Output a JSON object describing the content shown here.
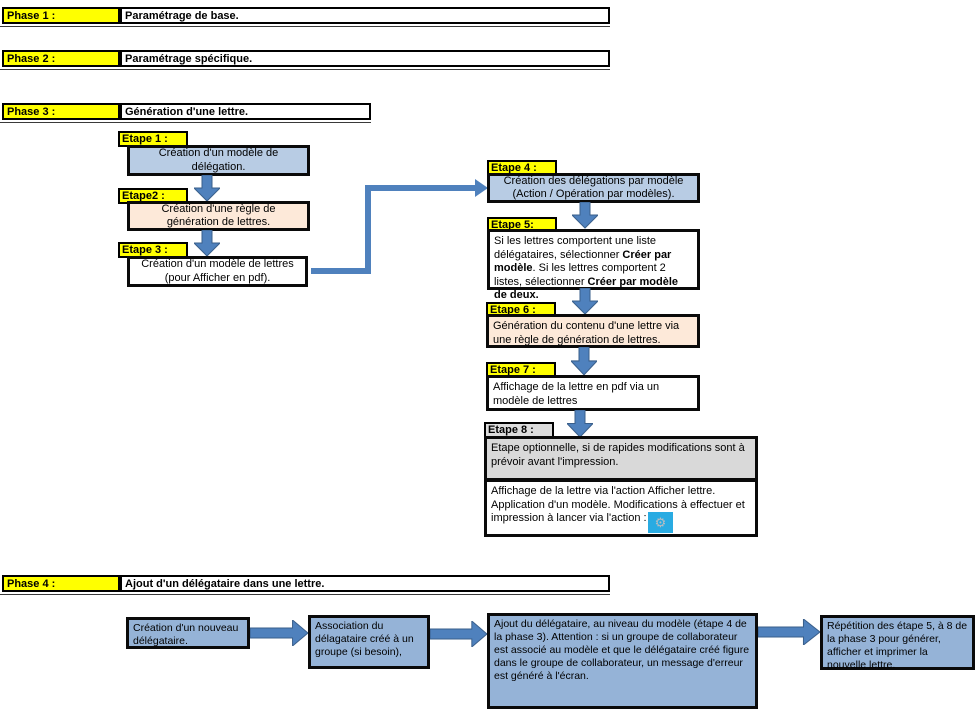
{
  "phases": [
    {
      "label": "Phase 1 :",
      "title": "Paramétrage de base."
    },
    {
      "label": "Phase 2 :",
      "title": "Paramétrage spécifique."
    },
    {
      "label": "Phase 3 :",
      "title": "Génération d'une lettre."
    },
    {
      "label": "Phase 4 :",
      "title": "Ajout d'un délégataire dans une lettre."
    }
  ],
  "steps": [
    {
      "label": "Etape 1 :",
      "text": "Création d'un modèle de délégation."
    },
    {
      "label": "Etape2 :",
      "text": "Création d'une règle de génération de lettres."
    },
    {
      "label": "Etape 3 :",
      "text": "Création d'un modèle de lettres (pour Afficher en pdf)."
    },
    {
      "label": "Etape 4 :",
      "text": "Création des délégations par modèle (Action / Opération par modèles)."
    },
    {
      "label": "Etape 5:",
      "segments": [
        {
          "text": "Si les lettres comportent une liste délégataires, sélectionner ",
          "bold": false
        },
        {
          "text": "Créer par modèle",
          "bold": true
        },
        {
          "text": ". Si les lettres comportent 2 listes, sélectionner ",
          "bold": false
        },
        {
          "text": "Créer par modèle de deux.",
          "bold": true
        }
      ]
    },
    {
      "label": "Etape 6 :",
      "text": "Génération du contenu d'une lettre via une règle de génération de lettres."
    },
    {
      "label": "Etape 7 :",
      "text": "Affichage de la lettre en pdf via un modèle de lettres"
    },
    {
      "label": "Etape 8 :",
      "optional_note": "Etape optionnelle, si de rapides modifications sont à prévoir avant l'impression.",
      "detail": "Affichage de la lettre via l'action Afficher lettre. Application d'un modèle. Modifications à effectuer et impression à lancer via l'action  :",
      "action_icon": "gear-icon",
      "action_icon_glyph": "⚙"
    }
  ],
  "phase4_boxes": [
    {
      "text": "Création d'un nouveau délégataire."
    },
    {
      "text": "Association du délagataire créé à un groupe (si besoin),"
    },
    {
      "text": "Ajout du délégataire, au niveau du modèle (étape 4 de la phase 3). Attention :  si un groupe de collaborateur est associé au modèle et que le délégataire créé figure dans le groupe de collaborateur, un message d'erreur est généré à l'écran."
    },
    {
      "text": "Répétition des étape 5, à 8 de la phase 3 pour générer, afficher et imprimer la nouvelle lettre."
    }
  ],
  "colors": {
    "highlight_yellow": "#FFFF00",
    "step_light_blue": "#B8CCE4",
    "step_peach": "#FDE9D9",
    "step_gray": "#D9D9D9",
    "phase4_medium_blue": "#95B3D7",
    "arrow_blue": "#4F81BD",
    "action_icon_blue": "#29ABE2"
  }
}
